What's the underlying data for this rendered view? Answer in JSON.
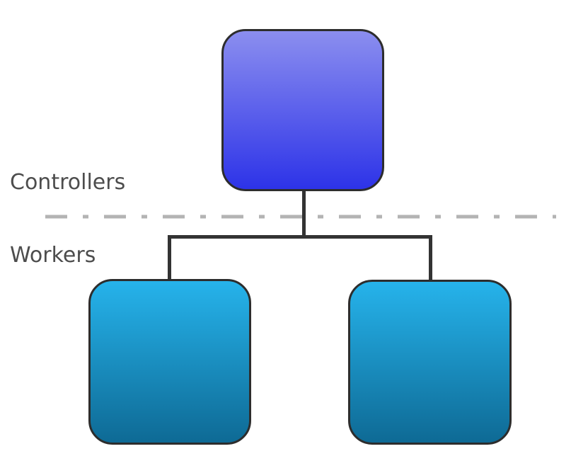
{
  "diagram": {
    "lanes": [
      {
        "id": "controllers",
        "label": "Controllers"
      },
      {
        "id": "workers",
        "label": "Workers"
      }
    ],
    "nodes": [
      {
        "id": "controller-node",
        "lane": "controllers",
        "gradient_top": "#8b8eef",
        "gradient_bottom": "#2d33e8",
        "border": "#2d2d2d"
      },
      {
        "id": "worker-node-1",
        "lane": "workers",
        "gradient_top": "#26b3eb",
        "gradient_bottom": "#0e6a95",
        "border": "#2d2d2d"
      },
      {
        "id": "worker-node-2",
        "lane": "workers",
        "gradient_top": "#26b3eb",
        "gradient_bottom": "#0e6a95",
        "border": "#2d2d2d"
      }
    ],
    "colors": {
      "background": "#ffffff",
      "connector": "#333333",
      "divider": "#b3b3b3",
      "label_text": "#4d4d4d"
    }
  }
}
